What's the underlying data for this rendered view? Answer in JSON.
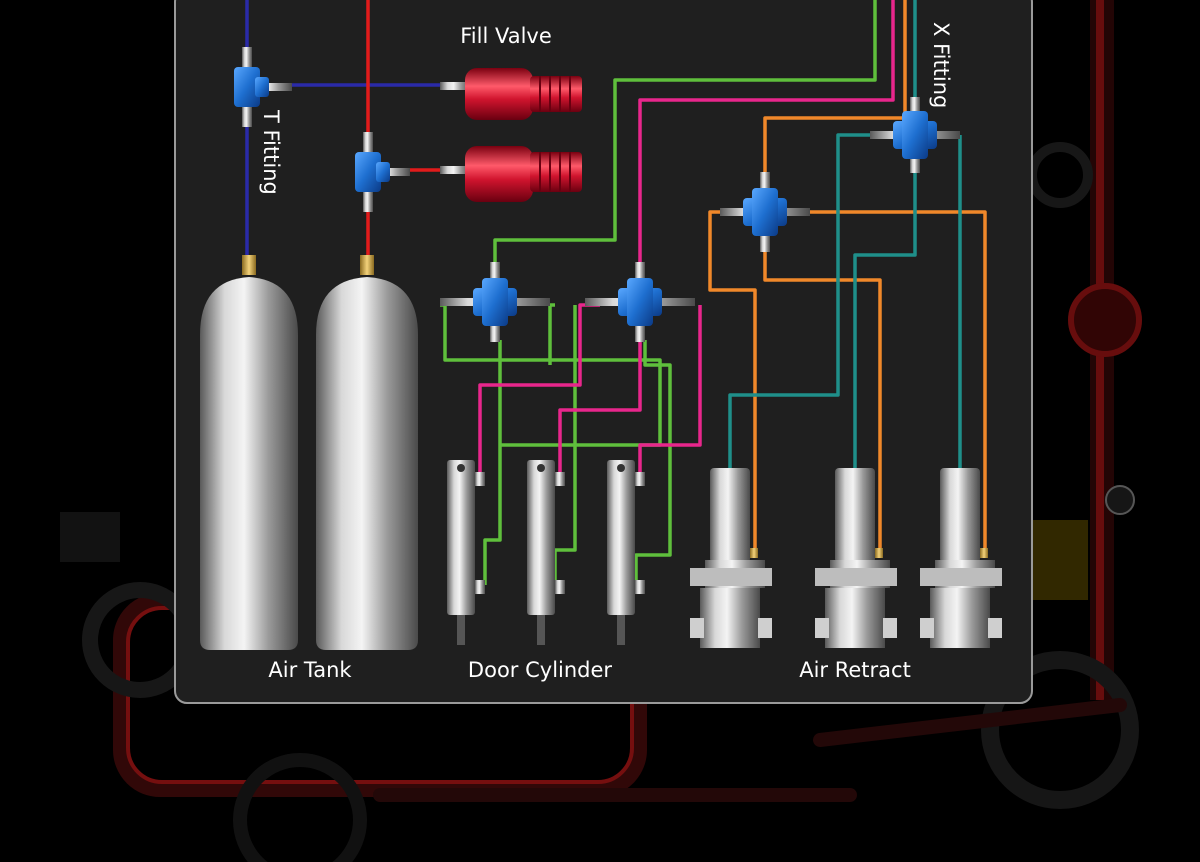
{
  "labels": {
    "fill_valve": "Fill Valve",
    "t_fitting": "T Fitting",
    "x_fitting": "X Fitting",
    "air_tank": "Air Tank",
    "door_cylinder": "Door Cylinder",
    "air_retract": "Air Retract"
  },
  "colors": {
    "background": "#000000",
    "panel": "#1f1f1f",
    "panel_border": "#9a9a9a",
    "line_blue": "#2a2aa8",
    "line_red": "#e21b1b",
    "line_green": "#5fbf3c",
    "line_pink": "#e8268c",
    "line_orange": "#f0882a",
    "line_teal": "#1f8f8a",
    "fitting_blue": "#1e6fd0",
    "valve_red": "#c8102e",
    "metal": "#c8c8c8"
  },
  "icons": [
    "t-fitting-icon",
    "x-fitting-icon",
    "fill-valve-icon",
    "air-tank-icon",
    "door-cylinder-icon",
    "air-retract-icon"
  ]
}
